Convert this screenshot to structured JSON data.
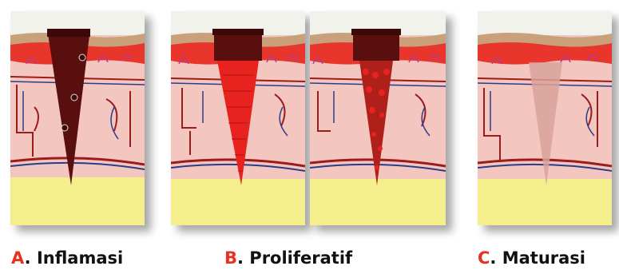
{
  "stages": [
    {
      "letter": "A",
      "name": ". Inflamasi"
    },
    {
      "letter": "B",
      "name": ". Proliferatif"
    },
    {
      "letter": "C",
      "name": ". Maturasi"
    }
  ],
  "colors": {
    "letter": "#e8321f",
    "label_text": "#111111",
    "epidermis_top": "#c9a07a",
    "epidermis_red": "#e8362c",
    "dermis": "#f4c6c0",
    "fat": "#f4ef8c",
    "artery": "#9c1c1c",
    "vein": "#2a3d8a",
    "clot": "#5a0f0f",
    "granulation": "#e8231f",
    "scar": "#d8a29a"
  },
  "panels": [
    {
      "id": "panel-a",
      "fill": "clot"
    },
    {
      "id": "panel-b1",
      "fill": "granulation-dense"
    },
    {
      "id": "panel-b2",
      "fill": "granulation-sparse"
    },
    {
      "id": "panel-c",
      "fill": "scar"
    }
  ]
}
